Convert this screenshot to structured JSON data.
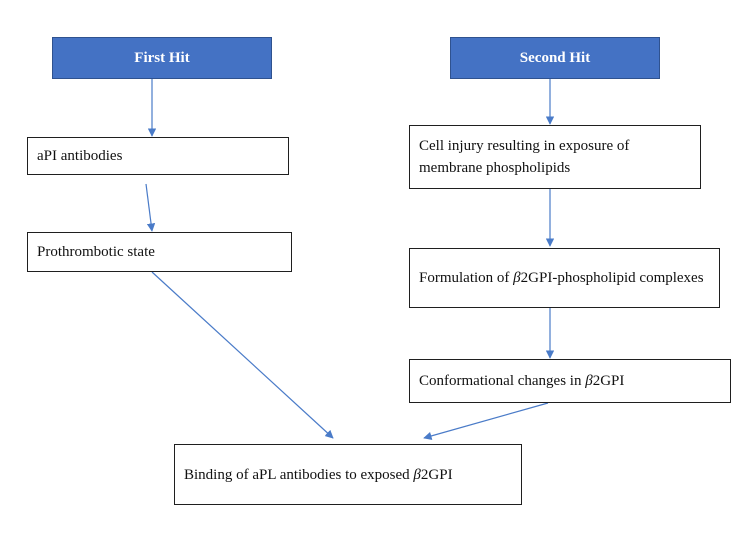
{
  "headers": {
    "first_hit": "First Hit",
    "second_hit": "Second Hit"
  },
  "left": {
    "apl_antibodies": "aPI antibodies",
    "prothrombotic": "Prothrombotic state"
  },
  "right": {
    "cell_injury": "Cell injury resulting in exposure of membrane phospholipids",
    "formulation_prefix": "Formulation of ",
    "formulation_beta": "β",
    "formulation_suffix": "2GPI-phospholipid complexes",
    "conformational_prefix": "Conformational changes in ",
    "conformational_beta": "β",
    "conformational_suffix": "2GPI"
  },
  "bottom": {
    "binding_prefix": "Binding of aPL antibodies to exposed ",
    "binding_beta": "β",
    "binding_suffix": "2GPI"
  },
  "colors": {
    "header_fill": "#4472c4",
    "arrow": "#4a7bc8"
  }
}
